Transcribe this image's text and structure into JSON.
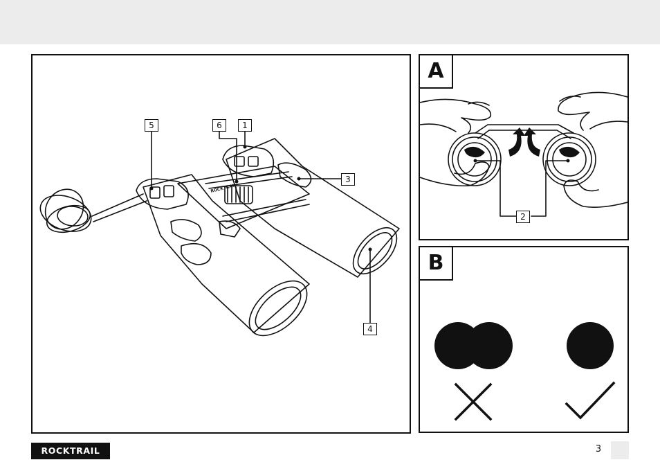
{
  "figure": {
    "callouts": [
      "1",
      "2",
      "3",
      "4",
      "5",
      "6"
    ],
    "binocular_brand_text": "ROCKTRAIL"
  },
  "panels": {
    "a": {
      "letter": "A"
    },
    "b": {
      "letter": "B"
    }
  },
  "icons": {
    "wrong": "cross-icon",
    "right": "check-icon"
  },
  "footer": {
    "brand": "ROCKTRAIL",
    "page_number": "3"
  }
}
